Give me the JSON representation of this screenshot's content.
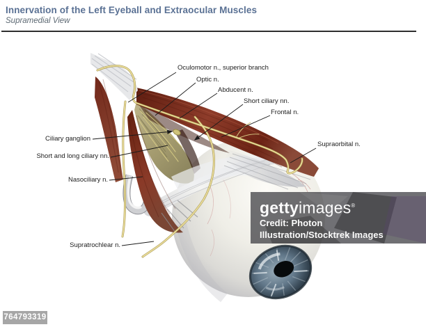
{
  "header": {
    "title": "Innervation of the Left Eyeball and Extraocular Muscles",
    "subtitle": "Supramedial View"
  },
  "figure": {
    "type": "anatomical-illustration",
    "subject": "left eyeball, extraocular muscles and nerves",
    "labels": [
      {
        "id": "oculomotor",
        "text": "Oculomotor n., superior branch"
      },
      {
        "id": "optic",
        "text": "Optic n."
      },
      {
        "id": "abducent",
        "text": "Abducent n."
      },
      {
        "id": "short-ciliary",
        "text": "Short ciliary nn."
      },
      {
        "id": "frontal",
        "text": "Frontal n."
      },
      {
        "id": "supraorbital",
        "text": "Supraorbital n."
      },
      {
        "id": "ciliary-ganglion",
        "text": "Ciliary ganglion"
      },
      {
        "id": "short-long-ciliary",
        "text": "Short and long ciliary nn."
      },
      {
        "id": "nasociliary",
        "text": "Nasociliary n."
      },
      {
        "id": "supratrochlear",
        "text": "Supratrochlear n."
      }
    ]
  },
  "watermark": {
    "brand_bold": "getty",
    "brand_regular": "images",
    "registered_mark": "®",
    "credit_line1": "Credit: Photon",
    "credit_line2": "Illustration/Stocktrek Images"
  },
  "footer": {
    "image_number": "764793319"
  },
  "colors": {
    "title_blue": "#5a7194",
    "muscle_red": "#7c2d1d",
    "nerve_yellow": "#e9d98f",
    "leader_line": "#1b1b1b",
    "watermark_bg": "rgba(44,44,50,0.68)"
  }
}
